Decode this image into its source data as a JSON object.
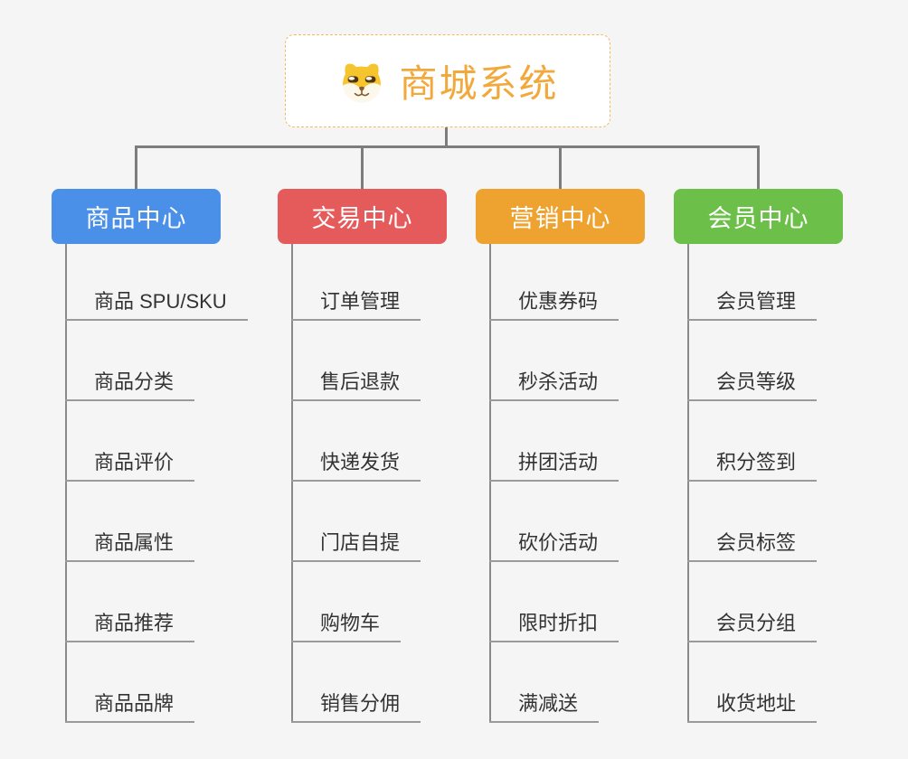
{
  "page": {
    "background": "#f5f5f5"
  },
  "root": {
    "title": "商城系统",
    "icon": "shiba-dog-icon",
    "accent_color": "#f2a93b",
    "border_color": "#f3b863"
  },
  "connector_color": "#7d7d7d",
  "leaf_underline_color": "#9a9a9a",
  "branches": [
    {
      "label": "商品中心",
      "color": "#4a90e8",
      "items": [
        "商品 SPU/SKU",
        "商品分类",
        "商品评价",
        "商品属性",
        "商品推荐",
        "商品品牌"
      ]
    },
    {
      "label": "交易中心",
      "color": "#e55b5b",
      "items": [
        "订单管理",
        "售后退款",
        "快递发货",
        "门店自提",
        "购物车",
        "销售分佣"
      ]
    },
    {
      "label": "营销中心",
      "color": "#eea22f",
      "items": [
        "优惠券码",
        "秒杀活动",
        "拼团活动",
        "砍价活动",
        "限时折扣",
        "满减送"
      ]
    },
    {
      "label": "会员中心",
      "color": "#6cc04a",
      "items": [
        "会员管理",
        "会员等级",
        "积分签到",
        "会员标签",
        "会员分组",
        "收货地址"
      ]
    }
  ]
}
